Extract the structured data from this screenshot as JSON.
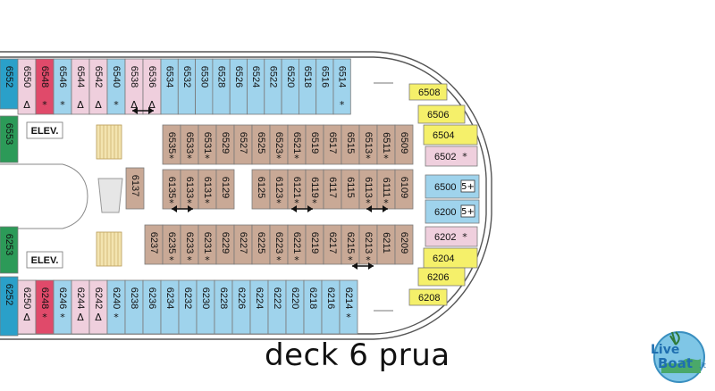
{
  "caption": "deck 6 prua",
  "colors": {
    "blue": "#9fd3ec",
    "beige": "#c9a996",
    "pink": "#efcfdd",
    "red": "#e04a6a",
    "yellow": "#f5f06a",
    "green": "#2c9a58",
    "teal": "#2aa0c9",
    "hull": "#555555"
  },
  "elevators": [
    {
      "label": "ELEV."
    },
    {
      "label": "ELEV."
    }
  ],
  "left_edge_cabins": [
    {
      "number": "6552",
      "color": "teal",
      "zone": "top"
    },
    {
      "number": "6553",
      "color": "green",
      "zone": "upper-mid"
    },
    {
      "number": "6253",
      "color": "green",
      "zone": "lower-mid"
    },
    {
      "number": "6252",
      "color": "teal",
      "zone": "bottom"
    }
  ],
  "top_row": [
    {
      "number": "6550",
      "color": "pink",
      "symbol": "Δ"
    },
    {
      "number": "6548",
      "color": "red",
      "symbol": "*"
    },
    {
      "number": "6546",
      "color": "blue",
      "symbol": "*"
    },
    {
      "number": "6544",
      "color": "pink",
      "symbol": "Δ"
    },
    {
      "number": "6542",
      "color": "pink",
      "symbol": "Δ"
    },
    {
      "number": "6540",
      "color": "blue",
      "symbol": "*"
    },
    {
      "number": "6538",
      "color": "pink",
      "symbol": "Δ"
    },
    {
      "number": "6536",
      "color": "pink",
      "symbol": "Δ"
    },
    {
      "number": "6534",
      "color": "blue",
      "symbol": ""
    },
    {
      "number": "6532",
      "color": "blue",
      "symbol": ""
    },
    {
      "number": "6530",
      "color": "blue",
      "symbol": ""
    },
    {
      "number": "6528",
      "color": "blue",
      "symbol": ""
    },
    {
      "number": "6526",
      "color": "blue",
      "symbol": ""
    },
    {
      "number": "6524",
      "color": "blue",
      "symbol": ""
    },
    {
      "number": "6522",
      "color": "blue",
      "symbol": ""
    },
    {
      "number": "6520",
      "color": "blue",
      "symbol": ""
    },
    {
      "number": "6518",
      "color": "blue",
      "symbol": ""
    },
    {
      "number": "6516",
      "color": "blue",
      "symbol": ""
    },
    {
      "number": "6514",
      "color": "blue",
      "symbol": "*"
    }
  ],
  "bottom_row": [
    {
      "number": "6250",
      "color": "pink",
      "symbol": "Δ"
    },
    {
      "number": "6248",
      "color": "red",
      "symbol": "*"
    },
    {
      "number": "6246",
      "color": "blue",
      "symbol": "*"
    },
    {
      "number": "6244",
      "color": "pink",
      "symbol": "Δ"
    },
    {
      "number": "6242",
      "color": "pink",
      "symbol": "Δ"
    },
    {
      "number": "6240",
      "color": "blue",
      "symbol": "*"
    },
    {
      "number": "6238",
      "color": "blue",
      "symbol": ""
    },
    {
      "number": "6236",
      "color": "blue",
      "symbol": ""
    },
    {
      "number": "6234",
      "color": "blue",
      "symbol": ""
    },
    {
      "number": "6232",
      "color": "blue",
      "symbol": ""
    },
    {
      "number": "6230",
      "color": "blue",
      "symbol": ""
    },
    {
      "number": "6228",
      "color": "blue",
      "symbol": ""
    },
    {
      "number": "6226",
      "color": "blue",
      "symbol": ""
    },
    {
      "number": "6224",
      "color": "blue",
      "symbol": ""
    },
    {
      "number": "6222",
      "color": "blue",
      "symbol": ""
    },
    {
      "number": "6220",
      "color": "blue",
      "symbol": ""
    },
    {
      "number": "6218",
      "color": "blue",
      "symbol": ""
    },
    {
      "number": "6216",
      "color": "blue",
      "symbol": ""
    },
    {
      "number": "6214",
      "color": "blue",
      "symbol": "*"
    }
  ],
  "inner_row_1": [
    {
      "number": "6535",
      "symbol": "*"
    },
    {
      "number": "6533",
      "symbol": "*"
    },
    {
      "number": "6531",
      "symbol": "*"
    },
    {
      "number": "6529",
      "symbol": ""
    },
    {
      "number": "6527",
      "symbol": ""
    },
    {
      "number": "6525",
      "symbol": ""
    },
    {
      "number": "6523",
      "symbol": "*"
    },
    {
      "number": "6521",
      "symbol": "*"
    },
    {
      "number": "6519",
      "symbol": ""
    },
    {
      "number": "6517",
      "symbol": ""
    },
    {
      "number": "6515",
      "symbol": ""
    },
    {
      "number": "6513",
      "symbol": "*"
    },
    {
      "number": "6511",
      "symbol": "*"
    },
    {
      "number": "6509",
      "symbol": ""
    }
  ],
  "inner_row_2a": [
    {
      "number": "6135",
      "symbol": "*"
    },
    {
      "number": "6133",
      "symbol": "*"
    },
    {
      "number": "6131",
      "symbol": "*"
    },
    {
      "number": "6129",
      "symbol": ""
    }
  ],
  "inner_row_2b": [
    {
      "number": "6125",
      "symbol": ""
    },
    {
      "number": "6123",
      "symbol": "*"
    },
    {
      "number": "6121",
      "symbol": "*"
    },
    {
      "number": "6119",
      "symbol": "*"
    },
    {
      "number": "6117",
      "symbol": ""
    },
    {
      "number": "6115",
      "symbol": ""
    },
    {
      "number": "6113",
      "symbol": "*"
    },
    {
      "number": "6111",
      "symbol": "*"
    },
    {
      "number": "6109",
      "symbol": ""
    }
  ],
  "inner_row_3": [
    {
      "number": "6237",
      "symbol": ""
    },
    {
      "number": "6235",
      "symbol": "*"
    },
    {
      "number": "6233",
      "symbol": "*"
    },
    {
      "number": "6231",
      "symbol": "*"
    },
    {
      "number": "6229",
      "symbol": ""
    },
    {
      "number": "6227",
      "symbol": ""
    },
    {
      "number": "6225",
      "symbol": ""
    },
    {
      "number": "6223",
      "symbol": "*"
    },
    {
      "number": "6221",
      "symbol": "*"
    },
    {
      "number": "6219",
      "symbol": ""
    },
    {
      "number": "6217",
      "symbol": ""
    },
    {
      "number": "6215",
      "symbol": "*"
    },
    {
      "number": "6213",
      "symbol": "*"
    },
    {
      "number": "6211",
      "symbol": ""
    },
    {
      "number": "6209",
      "symbol": ""
    }
  ],
  "standalone_cabin": {
    "number": "6137"
  },
  "forward_cabins": [
    {
      "number": "6508",
      "color": "yellow",
      "symbol": ""
    },
    {
      "number": "6506",
      "color": "yellow",
      "symbol": ""
    },
    {
      "number": "6504",
      "color": "yellow",
      "symbol": ""
    },
    {
      "number": "6502",
      "color": "pink",
      "symbol": "*"
    },
    {
      "number": "6500",
      "color": "blue",
      "symbol": "5+"
    },
    {
      "number": "6200",
      "color": "blue",
      "symbol": "5+"
    },
    {
      "number": "6202",
      "color": "pink",
      "symbol": "*"
    },
    {
      "number": "6204",
      "color": "yellow",
      "symbol": ""
    },
    {
      "number": "6206",
      "color": "yellow",
      "symbol": ""
    },
    {
      "number": "6208",
      "color": "yellow",
      "symbol": ""
    }
  ],
  "connector_icon": "double-arrow-icon",
  "logo": {
    "text_line1": "Live",
    "text_line2": "Boat",
    "suffix": ".it"
  }
}
